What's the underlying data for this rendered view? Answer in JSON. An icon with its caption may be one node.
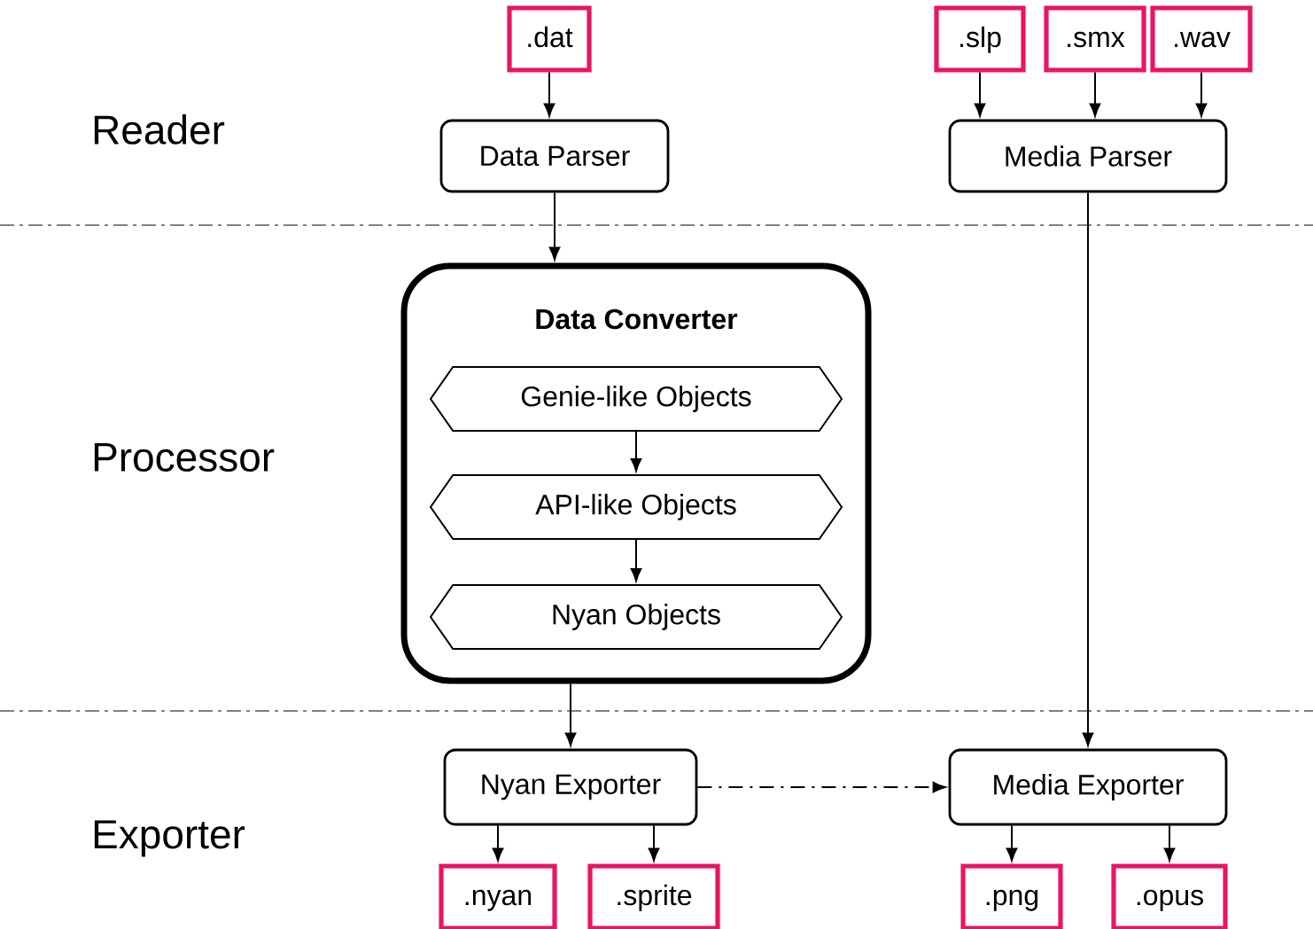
{
  "diagram": {
    "nodes": [
      {
        "text": [
          ".dat"
        ]
      },
      {
        "text": [
          ".slp"
        ]
      },
      {
        "text": [
          ".smx"
        ]
      },
      {
        "text": [
          ".wav"
        ]
      },
      {
        "text": [
          "Data Parser"
        ]
      },
      {
        "text": [
          "Media Parser"
        ]
      },
      {
        "text": [
          "Data Converter"
        ]
      },
      {
        "text": [
          "Genie-like Objects"
        ],
        "in": 6
      },
      {
        "text": [
          "API-like Objects"
        ],
        "in": 6
      },
      {
        "text": [
          "Nyan Objects"
        ],
        "in": 6
      },
      {
        "text": [
          "Nyan Exporter"
        ]
      },
      {
        "text": [
          "Media Exporter"
        ]
      },
      {
        "text": [
          ".nyan"
        ]
      },
      {
        "text": [
          ".sprite"
        ]
      },
      {
        "text": [
          ".png"
        ]
      },
      {
        "text": [
          ".opus"
        ]
      }
    ],
    "edges": [
      {
        "from": 0,
        "to": 4,
        "arrow": "to"
      },
      {
        "from": 1,
        "to": 5,
        "arrow": "to"
      },
      {
        "from": 2,
        "to": 5,
        "arrow": "to"
      },
      {
        "from": 3,
        "to": 5,
        "arrow": "to"
      },
      {
        "from": 4,
        "to": 6,
        "arrow": "to"
      },
      {
        "from": 7,
        "to": 8,
        "arrow": "to"
      },
      {
        "from": 8,
        "to": 9,
        "arrow": "to"
      },
      {
        "from": 6,
        "to": 10,
        "arrow": "to"
      },
      {
        "from": 5,
        "to": 11,
        "arrow": "to"
      },
      {
        "from": 10,
        "to": 11,
        "arrow": "to",
        "style": "dashed"
      },
      {
        "from": 10,
        "to": 12,
        "arrow": "to"
      },
      {
        "from": 10,
        "to": 13,
        "arrow": "to"
      },
      {
        "from": 11,
        "to": 14,
        "arrow": "to"
      },
      {
        "from": 11,
        "to": 15,
        "arrow": "to"
      }
    ],
    "labels": [
      "Reader",
      "Processor",
      "Exporter"
    ]
  }
}
